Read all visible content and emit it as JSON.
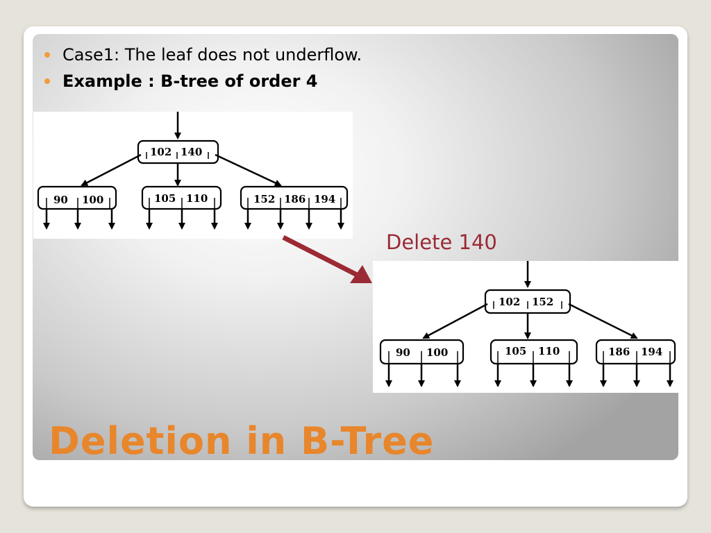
{
  "slide": {
    "title": "Deletion in B-Tree",
    "bullets": [
      {
        "text": "Case1: The leaf does not underflow.",
        "bold": false
      },
      {
        "text": "Example : B-tree of order 4",
        "bold": true
      }
    ],
    "action_label": "Delete 140",
    "colors": {
      "accent": "#e8862c",
      "bullet": "#f29b3b",
      "action_text": "#9a2a35",
      "arrow": "#9a2a35"
    }
  },
  "diagram": {
    "before": {
      "root": [
        "102",
        "140"
      ],
      "leaves": [
        [
          "90",
          "100"
        ],
        [
          "105",
          "110"
        ],
        [
          "152",
          "186",
          "194"
        ]
      ]
    },
    "after": {
      "root": [
        "102",
        "152"
      ],
      "leaves": [
        [
          "90",
          "100"
        ],
        [
          "105",
          "110"
        ],
        [
          "186",
          "194"
        ]
      ]
    }
  }
}
